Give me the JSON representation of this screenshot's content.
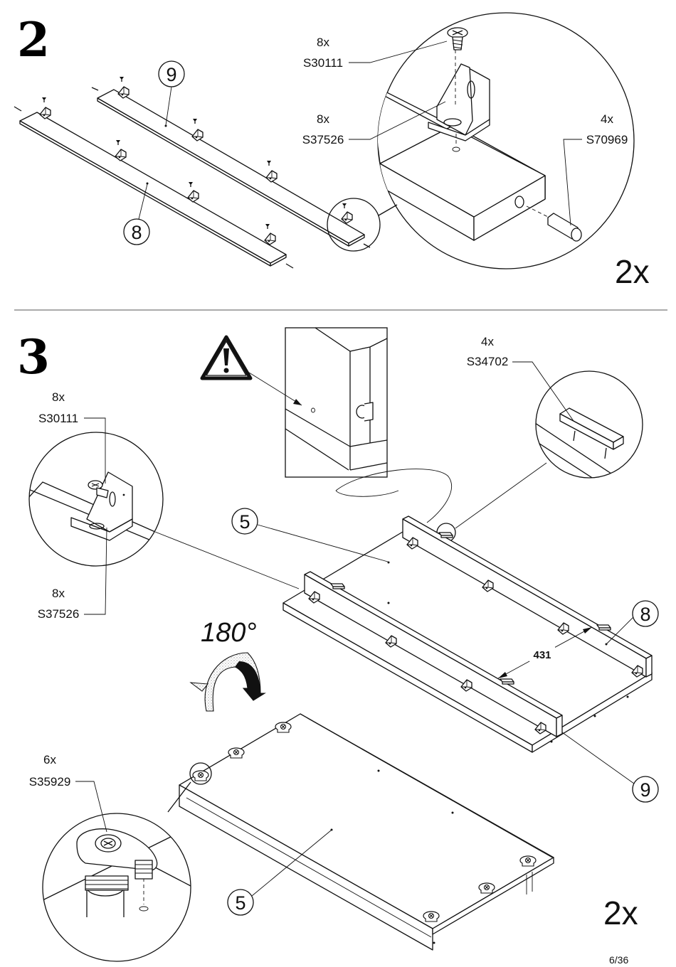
{
  "step2": {
    "number": "2",
    "parts": {
      "rail_9": "9",
      "rail_8": "8"
    },
    "hardware": [
      {
        "qty": "8x",
        "code": "S30111",
        "icon": "screw-icon"
      },
      {
        "qty": "8x",
        "code": "S37526",
        "icon": "angle-bracket-icon"
      },
      {
        "qty": "4x",
        "code": "S70969",
        "icon": "wooden-dowel-icon"
      }
    ],
    "repeat": "2x"
  },
  "step3": {
    "number": "3",
    "hardware_bracket": [
      {
        "qty": "8x",
        "code": "S30111",
        "icon": "screw-icon"
      },
      {
        "qty": "8x",
        "code": "S37526",
        "icon": "angle-bracket-icon"
      }
    ],
    "hardware_glide": {
      "qty": "4x",
      "code": "S34702",
      "icon": "glide-pad-icon"
    },
    "hardware_cam": {
      "qty": "6x",
      "code": "S35929",
      "icon": "cam-lock-icon"
    },
    "parts": {
      "panel_top": "5",
      "rail_8": "8",
      "rail_9": "9",
      "panel_bottom": "5"
    },
    "dimension": "431",
    "rotation": "180°",
    "warning_icon": "warning-triangle-icon",
    "repeat": "2x"
  },
  "page": "6/36"
}
